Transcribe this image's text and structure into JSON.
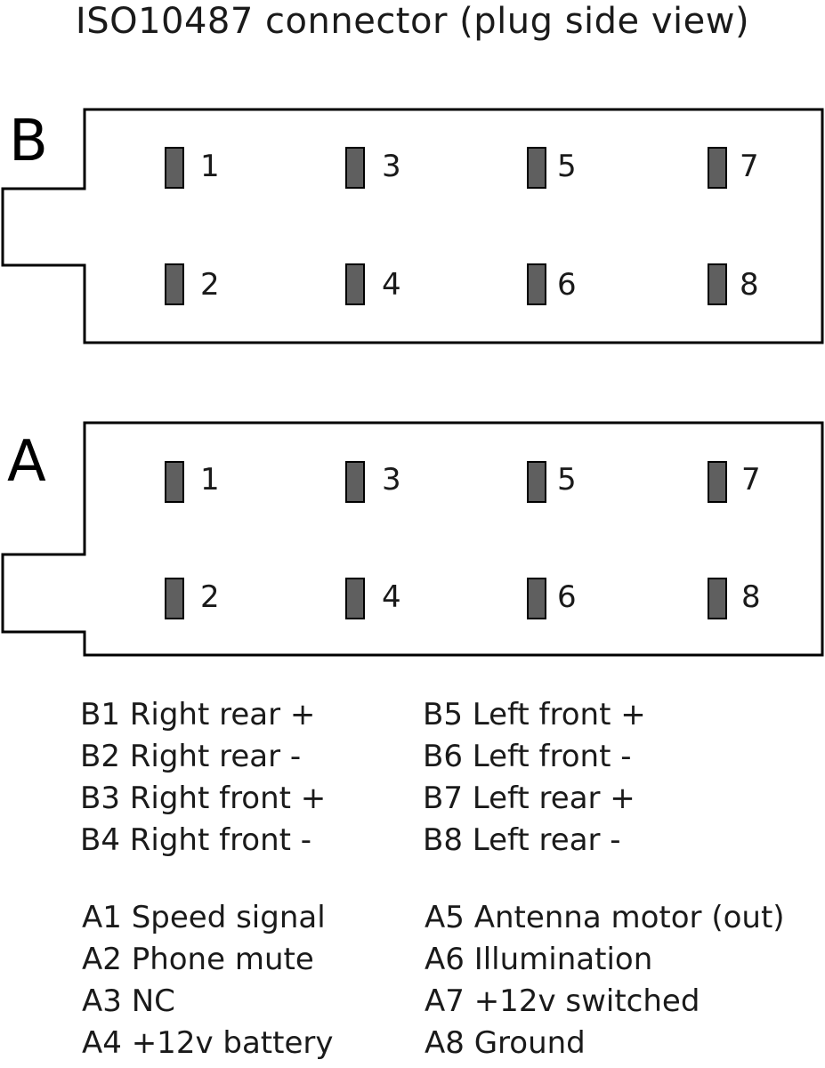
{
  "title": "ISO10487 connector (plug side view)",
  "connectors": [
    {
      "letter": "B",
      "pins_top": [
        "1",
        "3",
        "5",
        "7"
      ],
      "pins_bottom": [
        "2",
        "4",
        "6",
        "8"
      ]
    },
    {
      "letter": "A",
      "pins_top": [
        "1",
        "3",
        "5",
        "7"
      ],
      "pins_bottom": [
        "2",
        "4",
        "6",
        "8"
      ]
    }
  ],
  "legend": {
    "b_left": [
      "B1 Right rear +",
      "B2 Right rear -",
      "B3 Right front +",
      "B4 Right front -"
    ],
    "b_right": [
      "B5 Left front +",
      "B6 Left front -",
      "B7 Left rear +",
      "B8 Left rear -"
    ],
    "a_left": [
      "A1 Speed signal",
      "A2 Phone mute",
      "A3 NC",
      "A4 +12v battery"
    ],
    "a_right": [
      "A5 Antenna motor (out)",
      "A6 Illumination",
      "A7 +12v switched",
      "A8 Ground"
    ]
  },
  "colors": {
    "outline": "#000000",
    "pin_fill": "#5f5f5f",
    "text": "#1a1a1a"
  }
}
